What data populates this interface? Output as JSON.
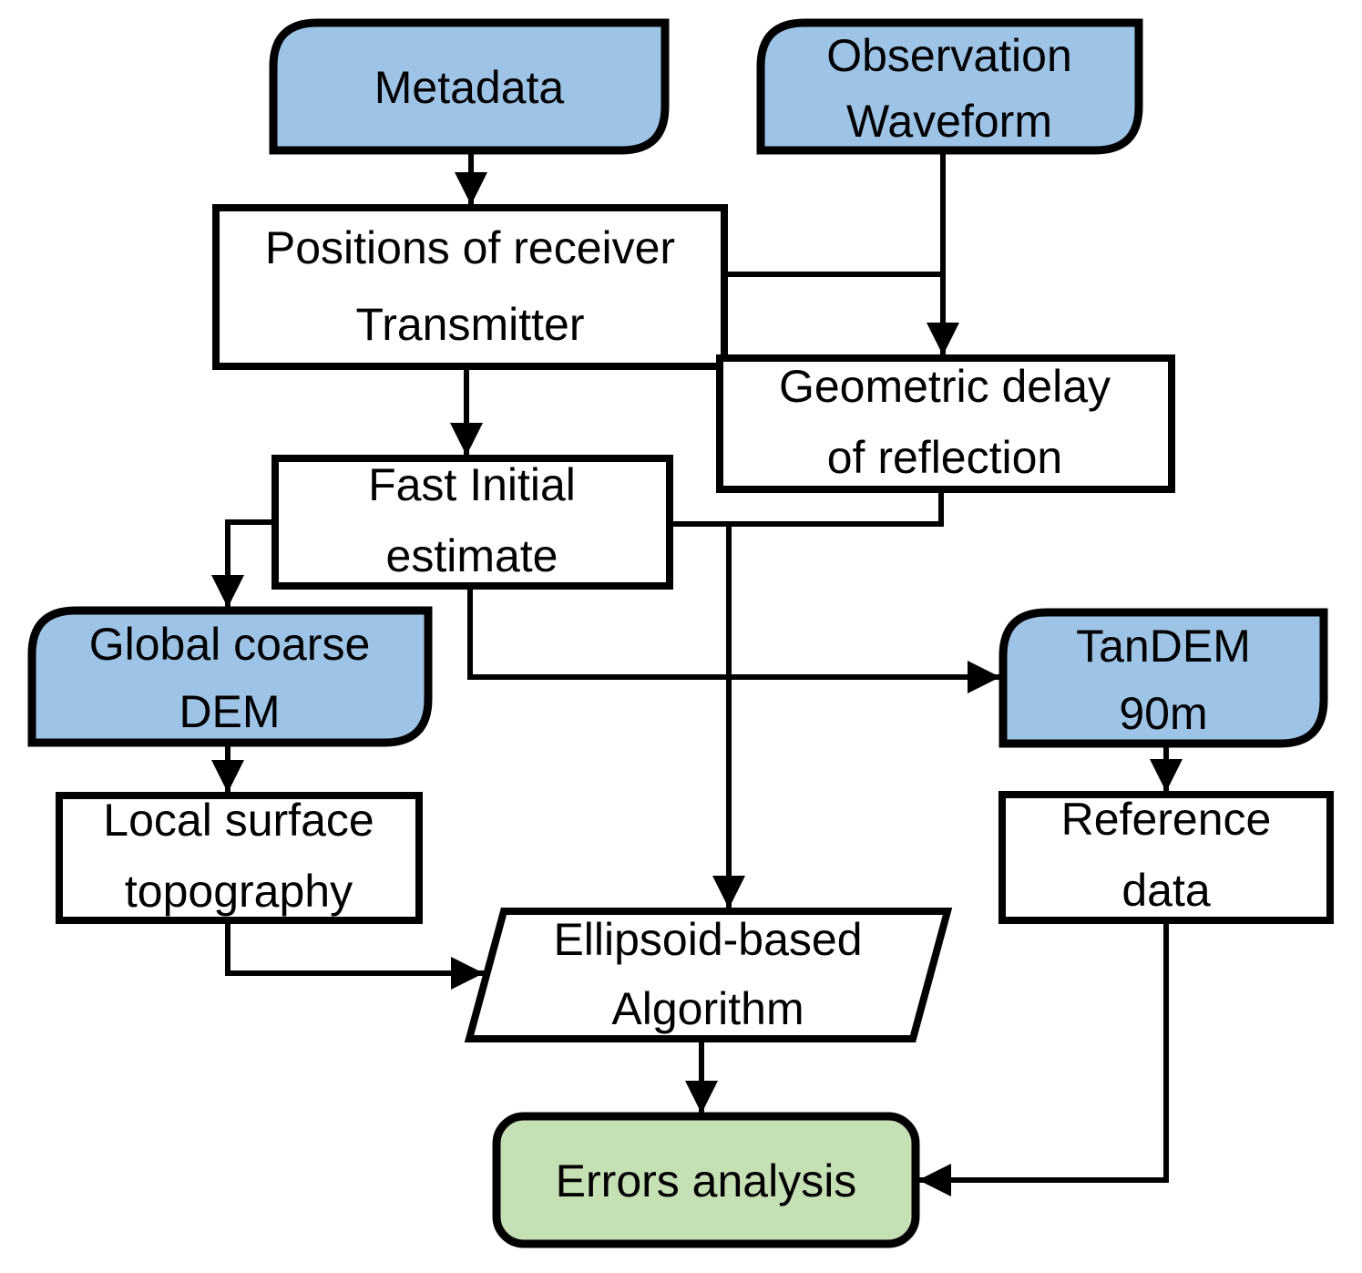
{
  "diagram": {
    "type": "flowchart",
    "palette": {
      "input_fill": "#9dc3e6",
      "process_fill": "#ffffff",
      "algorithm_fill": "#c9c9c9",
      "result_fill": "#c5e0b4",
      "line_color": "#000000",
      "background": "#ffffff"
    },
    "nodes": {
      "metadata": {
        "shape": "rounded-diagonal-data",
        "lines": [
          "Metadata"
        ]
      },
      "observation_waveform": {
        "shape": "rounded-diagonal-data",
        "lines": [
          "Observation",
          "Waveform"
        ]
      },
      "positions": {
        "shape": "rectangle",
        "lines": [
          "Positions of receiver",
          "Transmitter"
        ]
      },
      "geometric_delay": {
        "shape": "rectangle",
        "lines": [
          "Geometric delay",
          "of reflection"
        ]
      },
      "fast_initial_estimate": {
        "shape": "rectangle",
        "lines": [
          "Fast Initial",
          "estimate"
        ]
      },
      "global_coarse_dem": {
        "shape": "rounded-diagonal-data",
        "lines": [
          "Global coarse",
          "DEM"
        ]
      },
      "tandem_90m": {
        "shape": "rounded-diagonal-data",
        "lines": [
          "TanDEM",
          "90m"
        ]
      },
      "local_surface_topography": {
        "shape": "rectangle",
        "lines": [
          "Local surface",
          "topography"
        ]
      },
      "reference_data": {
        "shape": "rectangle",
        "lines": [
          "Reference",
          "data"
        ]
      },
      "ellipsoid_algorithm": {
        "shape": "parallelogram",
        "lines": [
          "Ellipsoid-based",
          "Algorithm"
        ]
      },
      "errors_analysis": {
        "shape": "rounded-rectangle",
        "lines": [
          "Errors analysis"
        ]
      }
    },
    "edges": [
      {
        "from": "metadata",
        "to": "positions",
        "arrow": true
      },
      {
        "from": "observation_waveform",
        "to": "geometric_delay",
        "arrow": true
      },
      {
        "from": "positions",
        "to": "geometric_delay",
        "arrow": false,
        "note": "joins observation_waveform line"
      },
      {
        "from": "positions",
        "to": "fast_initial_estimate",
        "arrow": true
      },
      {
        "from": "fast_initial_estimate",
        "to": "global_coarse_dem",
        "arrow": true
      },
      {
        "from": "geometric_delay",
        "to": "fast_initial_estimate",
        "arrow": false
      },
      {
        "from": "geometric_delay",
        "to": "ellipsoid_algorithm",
        "arrow": true
      },
      {
        "from": "fast_initial_estimate",
        "to": "tandem_90m",
        "arrow": true
      },
      {
        "from": "global_coarse_dem",
        "to": "local_surface_topography",
        "arrow": true
      },
      {
        "from": "tandem_90m",
        "to": "reference_data",
        "arrow": true
      },
      {
        "from": "local_surface_topography",
        "to": "ellipsoid_algorithm",
        "arrow": true
      },
      {
        "from": "ellipsoid_algorithm",
        "to": "errors_analysis",
        "arrow": true
      },
      {
        "from": "reference_data",
        "to": "errors_analysis",
        "arrow": true
      }
    ]
  }
}
